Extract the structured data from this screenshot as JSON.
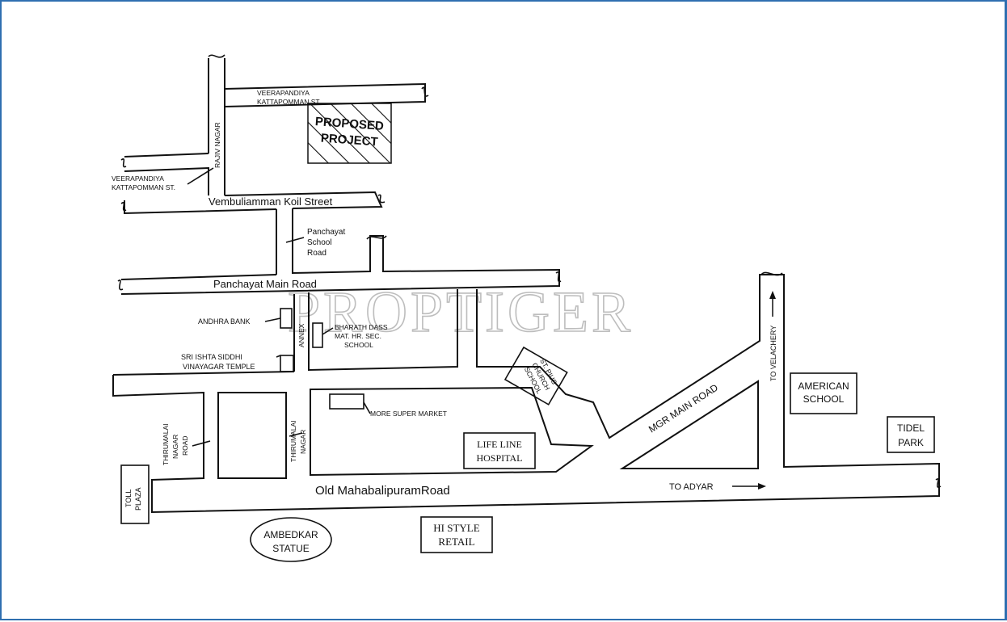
{
  "watermark": "PROPTIGER",
  "labels": {
    "proposed_1": "PROPOSED",
    "proposed_2": "PROJECT",
    "vk_top_1": "VEERAPANDIYA",
    "vk_top_2": "KATTAPOMMAN ST.",
    "vk_left_1": "VEERAPANDIYA",
    "vk_left_2": "KATTAPOMMAN ST.",
    "rajiv_nagar": "RAJIV NAGAR",
    "vembuliamman": "Vembuliamman Koil Street",
    "panchayat_school_1": "Panchayat",
    "panchayat_school_2": "School",
    "panchayat_school_3": "Road",
    "panchayat_main": "Panchayat Main Road",
    "andhra_bank": "ANDHRA BANK",
    "annex": "ANNEX",
    "bharath_1": "BHARATH DASS",
    "bharath_2": "MAT. HR. SEC.",
    "bharath_3": "SCHOOL",
    "sri_ishta_1": "SRI ISHTA SIDDHI",
    "sri_ishta_2": "VINAYAGAR TEMPLE",
    "st_pius_1": "ST. PIUS",
    "st_pius_2": "CHURCH",
    "st_pius_3": "SCHOOL",
    "more_super": "MORE SUPER MARKET",
    "life_line_1": "LIFE LINE",
    "life_line_2": "HOSPITAL",
    "thirumalai_left_1": "THIRUMALAI",
    "thirumalai_left_2": "NAGAR",
    "thirumalai_left_3": "ROAD",
    "thirumalai_mid_1": "THIRUMALAI",
    "thirumalai_mid_2": "NAGAR",
    "mgr_main": "MGR MAIN ROAD",
    "to_velachery": "TO VELACHERY",
    "american_1": "AMERICAN",
    "american_2": "SCHOOL",
    "tidel_1": "TIDEL",
    "tidel_2": "PARK",
    "old_mahabalipuram": "Old MahabalipuramRoad",
    "to_adyar": "TO ADYAR",
    "toll_1": "TOLL",
    "toll_2": "PLAZA",
    "ambedkar_1": "AMBEDKAR",
    "ambedkar_2": "STATUE",
    "hi_style_1": "HI STYLE",
    "hi_style_2": "RETAIL"
  }
}
